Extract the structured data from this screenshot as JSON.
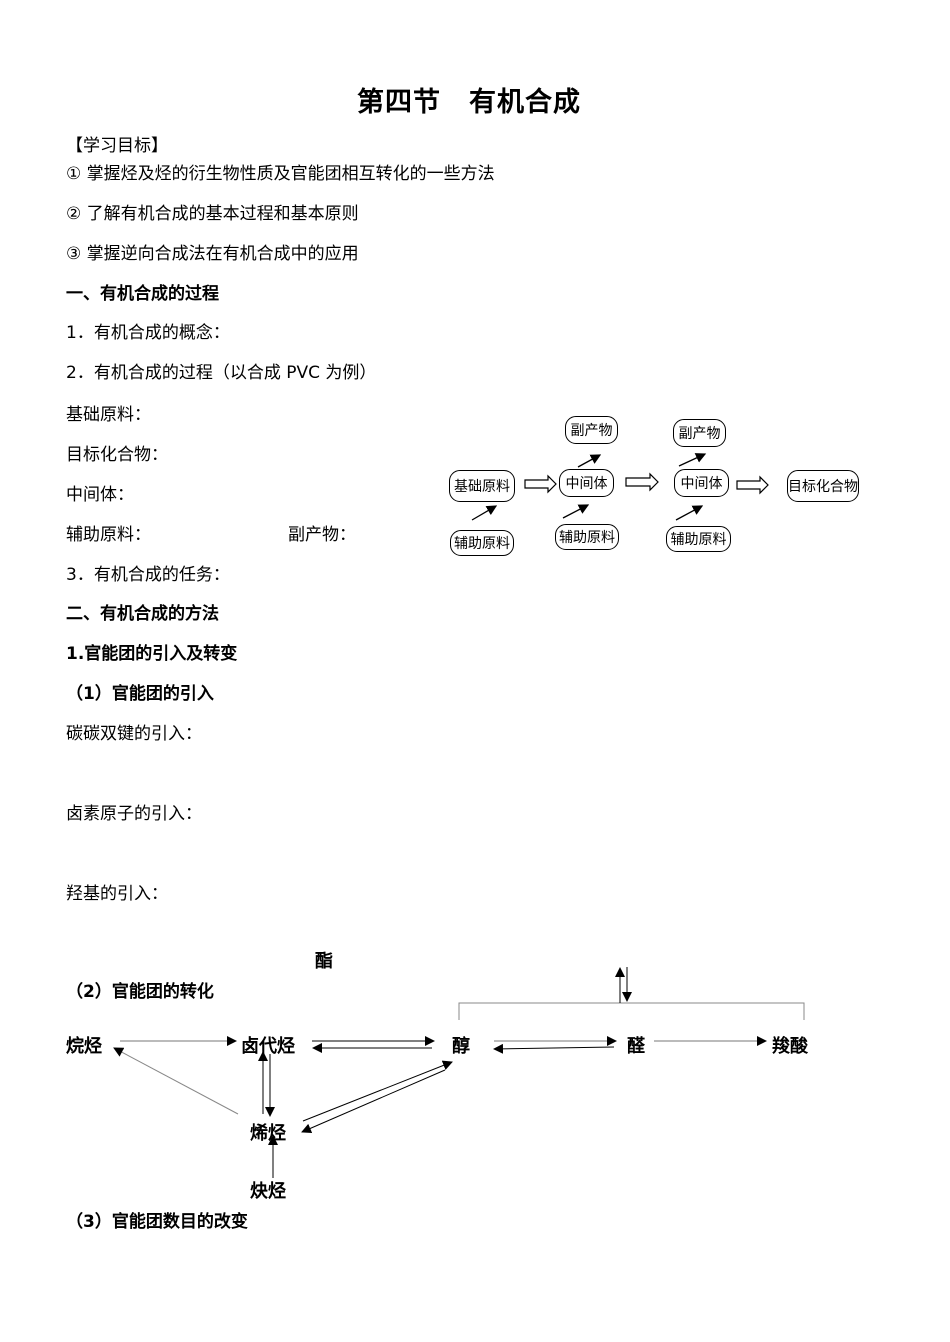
{
  "title": "第四节　有机合成",
  "goals_heading": "【学习目标】",
  "goals": [
    "① 掌握烃及烃的衍生物性质及官能团相互转化的一些方法",
    "② 了解有机合成的基本过程和基本原则",
    "③ 掌握逆向合成法在有机合成中的应用"
  ],
  "section1": {
    "heading": "一、有机合成的过程",
    "item1": "1．有机合成的概念：",
    "item2": "2．有机合成的过程（以合成 PVC 为例）",
    "basic_material": "基础原料：",
    "target_compound": "目标化合物：",
    "intermediate": "中间体：",
    "auxiliary_material": "辅助原料：",
    "byproduct": "副产物：",
    "item3": "3．有机合成的任务："
  },
  "flow": {
    "basic": "基础原料",
    "byproduct": "副产物",
    "intermediate": "中间体",
    "auxiliary": "辅助原料",
    "target": "目标化合物"
  },
  "section2": {
    "heading": "二、有机合成的方法",
    "sub1": "1.官能团的引入及转变",
    "sub1_1": "（1）官能团的引入",
    "cc_double": "碳碳双键的引入：",
    "halogen": "卤素原子的引入：",
    "hydroxyl": "羟基的引入：",
    "sub1_2": "（2）官能团的转化",
    "sub1_3": "（3）官能团数目的改变"
  },
  "conversion": {
    "ester": "酯",
    "alkane": "烷烃",
    "haloalkane": "卤代烃",
    "alcohol": "醇",
    "aldehyde": "醛",
    "acid": "羧酸",
    "alkene": "烯烃",
    "alkyne": "炔烃"
  }
}
